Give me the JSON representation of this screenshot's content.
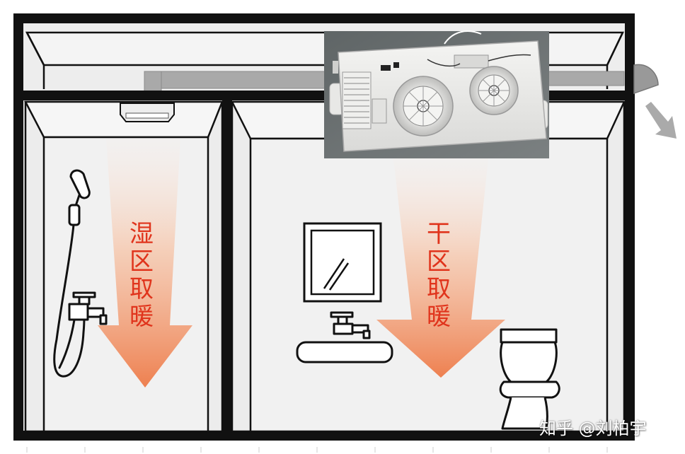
{
  "zones": {
    "wet": {
      "chars": [
        "湿",
        "区",
        "取",
        "暖"
      ]
    },
    "dry": {
      "chars": [
        "干",
        "区",
        "取",
        "暖"
      ]
    }
  },
  "watermark": "知乎 @刘柏宇",
  "colors": {
    "wall_frame": "#111111",
    "wall_fill": "#ededed",
    "heat_arrow": "#f0895a",
    "label_text": "#e0341c",
    "duct": "#a8a8a8",
    "heater_photo_bg": "#6e7273"
  },
  "icons": [
    "shower-icon",
    "faucet-icon",
    "mirror-icon",
    "sink-icon",
    "toilet-icon",
    "exhaust-vent-icon",
    "exhaust-arrow-icon"
  ]
}
